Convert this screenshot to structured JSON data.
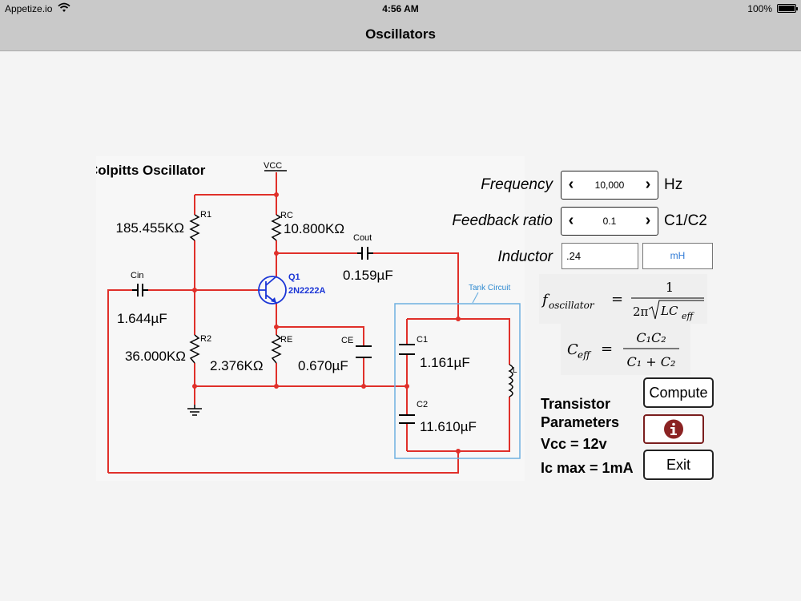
{
  "status": {
    "carrier": "Appetize.io",
    "time": "4:56 AM",
    "battery": "100%"
  },
  "nav": {
    "title": "Oscillators"
  },
  "circuit": {
    "title": "Colpitts Oscillator",
    "vcc": "VCC",
    "r1_label": "R1",
    "r1_value": "185.455KΩ",
    "r2_label": "R2",
    "r2_value": "36.000KΩ",
    "rc_label": "RC",
    "rc_value": "10.800KΩ",
    "re_label": "RE",
    "re_value": "2.376KΩ",
    "cin_label": "Cin",
    "cin_value": "1.644µF",
    "cout_label": "Cout",
    "cout_value": "0.159µF",
    "ce_label": "CE",
    "ce_value": "0.670µF",
    "q1_label": "Q1",
    "q1_part": "2N2222A",
    "tank_label": "Tank Circuit",
    "c1_label": "C1",
    "c1_value": "1.161µF",
    "c2_label": "C2",
    "c2_value": "11.610µF",
    "l_label": "L"
  },
  "controls": {
    "frequency": {
      "label": "Frequency",
      "value": "10,000",
      "unit": "Hz"
    },
    "feedback": {
      "label": "Feedback ratio",
      "value": "0.1",
      "unit": "C1/C2"
    },
    "inductor": {
      "label": "Inductor",
      "value": ".24",
      "unit": "mH"
    }
  },
  "formulas": {
    "f_num": "1",
    "f_den_prefix": "2π",
    "f_den_rad": "LC",
    "f_den_sub": "eff",
    "c_num": "C₁C₂",
    "c_den": "C₁ + C₂"
  },
  "params": {
    "heading": "Transistor Parameters",
    "vcc": "Vcc = 12v",
    "ic": "Ic max = 1mA"
  },
  "buttons": {
    "compute": "Compute",
    "exit": "Exit"
  },
  "colors": {
    "wire": "#e0302a",
    "tank": "#6fb0e0",
    "transistor": "#1a35d6",
    "info": "#8b2323"
  }
}
